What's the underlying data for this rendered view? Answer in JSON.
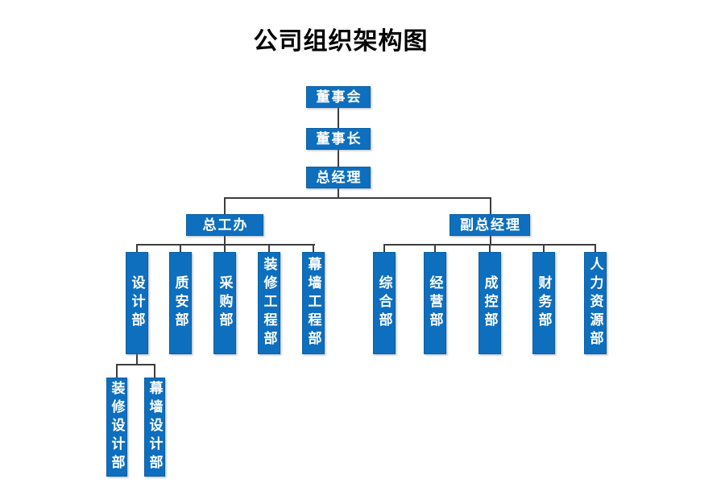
{
  "title": "公司组织架构图",
  "colors": {
    "node_fill": "#0e6fbe",
    "node_border": "#0a5fa6",
    "node_text": "#ffffff",
    "connector": "#3d3d3d",
    "title_text": "#000000",
    "background": "#ffffff"
  },
  "chart_data": {
    "type": "org-chart",
    "title": "公司组织架构图",
    "nodes": [
      {
        "id": "board",
        "label": "董事会",
        "parent": null
      },
      {
        "id": "chairman",
        "label": "董事长",
        "parent": "board"
      },
      {
        "id": "general-manager",
        "label": "总经理",
        "parent": "chairman"
      },
      {
        "id": "chief-engineer-office",
        "label": "总工办",
        "parent": "general-manager"
      },
      {
        "id": "deputy-general-manager",
        "label": "副总经理",
        "parent": "general-manager"
      },
      {
        "id": "design-dept",
        "label": "设计部",
        "parent": "chief-engineer-office"
      },
      {
        "id": "quality-safety-dept",
        "label": "质安部",
        "parent": "chief-engineer-office"
      },
      {
        "id": "procurement-dept",
        "label": "采购部",
        "parent": "chief-engineer-office"
      },
      {
        "id": "decoration-engineering-dept",
        "label": "装修工程部",
        "parent": "chief-engineer-office"
      },
      {
        "id": "curtain-wall-engineering-dept",
        "label": "幕墙工程部",
        "parent": "chief-engineer-office"
      },
      {
        "id": "general-affairs-dept",
        "label": "综合部",
        "parent": "deputy-general-manager"
      },
      {
        "id": "business-dept",
        "label": "经营部",
        "parent": "deputy-general-manager"
      },
      {
        "id": "cost-control-dept",
        "label": "成控部",
        "parent": "deputy-general-manager"
      },
      {
        "id": "finance-dept",
        "label": "财务部",
        "parent": "deputy-general-manager"
      },
      {
        "id": "hr-dept",
        "label": "人力资源部",
        "parent": "deputy-general-manager"
      },
      {
        "id": "decoration-design-dept",
        "label": "装修设计部",
        "parent": "design-dept"
      },
      {
        "id": "curtain-wall-design-dept",
        "label": "幕墙设计部",
        "parent": "design-dept"
      }
    ]
  }
}
